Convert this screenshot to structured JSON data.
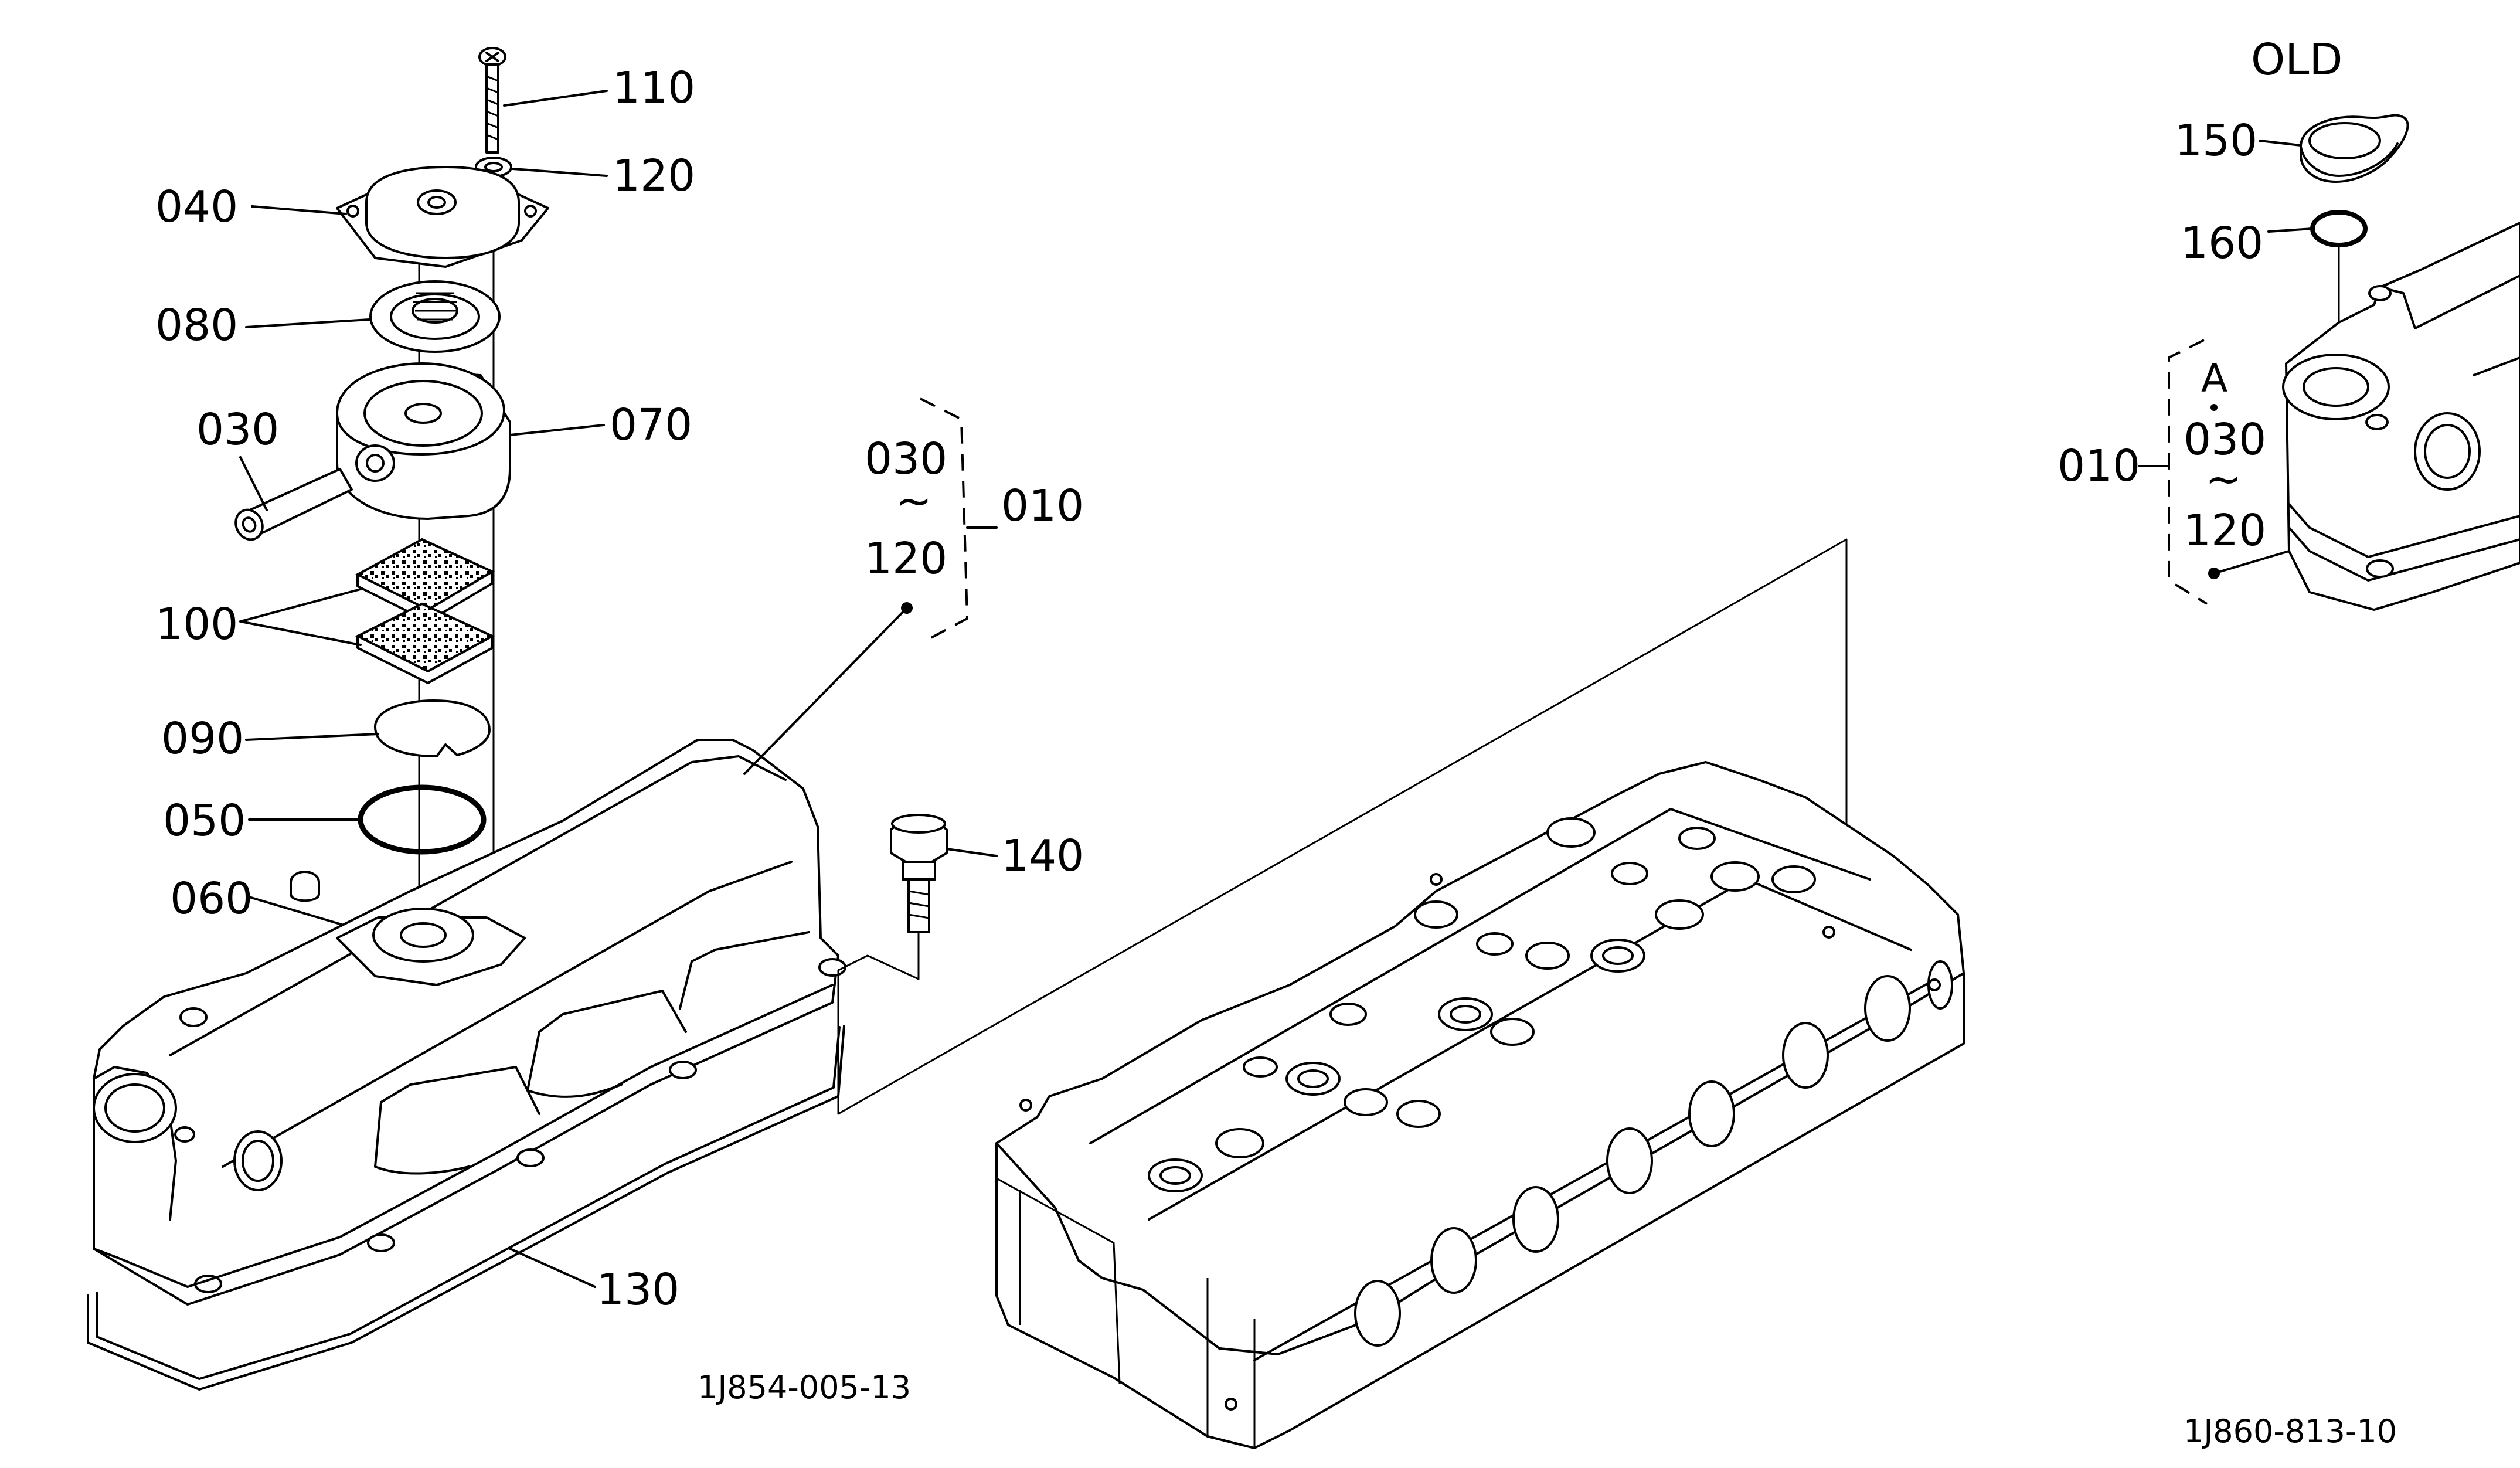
{
  "left_group": {
    "callouts": {
      "p110": "110",
      "p120": "120",
      "p040": "040",
      "p080": "080",
      "p030": "030",
      "p070": "070",
      "p100": "100",
      "p090": "090",
      "p050": "050",
      "p060": "060",
      "p140": "140",
      "p130": "130"
    },
    "assembly_bracket": {
      "from": "030",
      "tilde": "~",
      "to": "120",
      "assembly": "010"
    },
    "figure_ref": "1J854-005-13"
  },
  "right_group": {
    "heading": "OLD",
    "callouts": {
      "p150": "150",
      "p160": "160"
    },
    "assembly_bracket": {
      "marker": "A",
      "from": "030",
      "tilde": "~",
      "to": "120",
      "assembly": "010"
    },
    "figure_ref": "1J860-813-10"
  },
  "icons": [
    "screw-icon",
    "washer-icon",
    "breather-cover-icon",
    "valve-plate-icon",
    "breather-body-icon",
    "pipe-icon",
    "filter-element-icon",
    "plate-icon",
    "o-ring-icon",
    "cap-icon",
    "bolt-icon",
    "gasket-icon",
    "cylinder-head-icon",
    "valve-cover-icon",
    "oil-filler-cap-icon"
  ]
}
